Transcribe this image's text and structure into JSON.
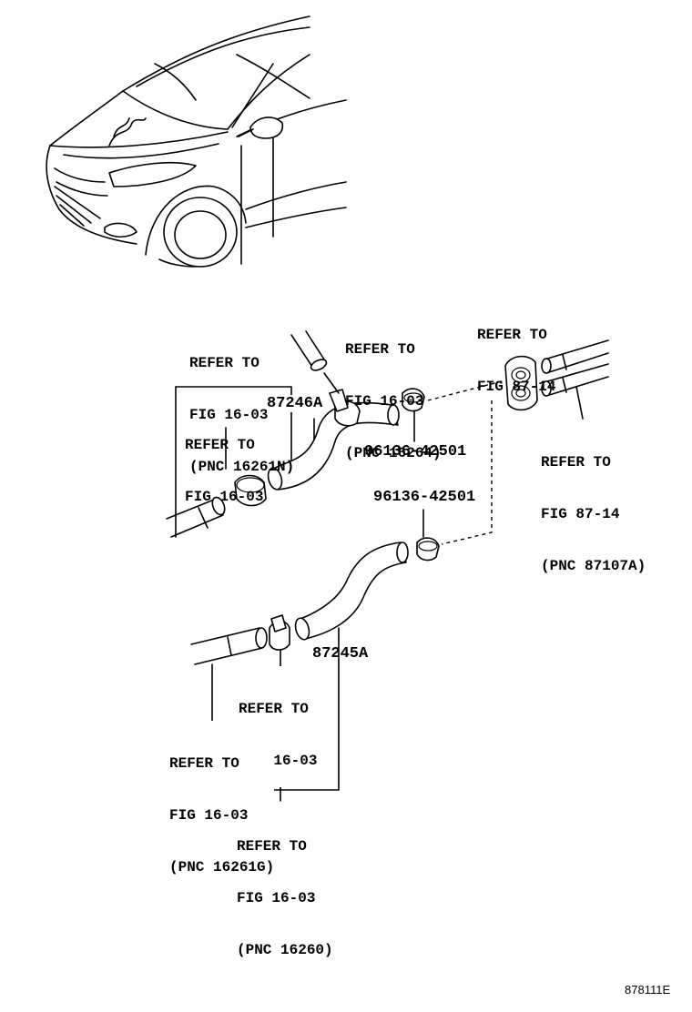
{
  "callouts": {
    "refer_16261n": [
      "REFER TO",
      "FIG 16-03",
      "(PNC 16261N)"
    ],
    "refer_16264": [
      "REFER TO",
      "FIG 16-03",
      "(PNC 16264)"
    ],
    "refer_87_14_grommet": [
      "REFER TO",
      "FIG 87-14"
    ],
    "refer_16_03_upper_clamp": [
      "REFER TO",
      "FIG 16-03"
    ],
    "refer_87107a": [
      "REFER TO",
      "FIG 87-14",
      "(PNC 87107A)"
    ],
    "refer_16_03_lower_clamp": [
      "REFER TO",
      "FIG 16-03"
    ],
    "refer_16261g": [
      "REFER TO",
      "FIG 16-03",
      "(PNC 16261G)"
    ],
    "refer_16260": [
      "REFER TO",
      "FIG 16-03",
      "(PNC 16260)"
    ]
  },
  "part_numbers": {
    "upper_hose": "87246A",
    "lower_hose": "87245A",
    "upper_clip": "96136-42501",
    "lower_clip": "96136-42501"
  },
  "figure_id": "878111E"
}
